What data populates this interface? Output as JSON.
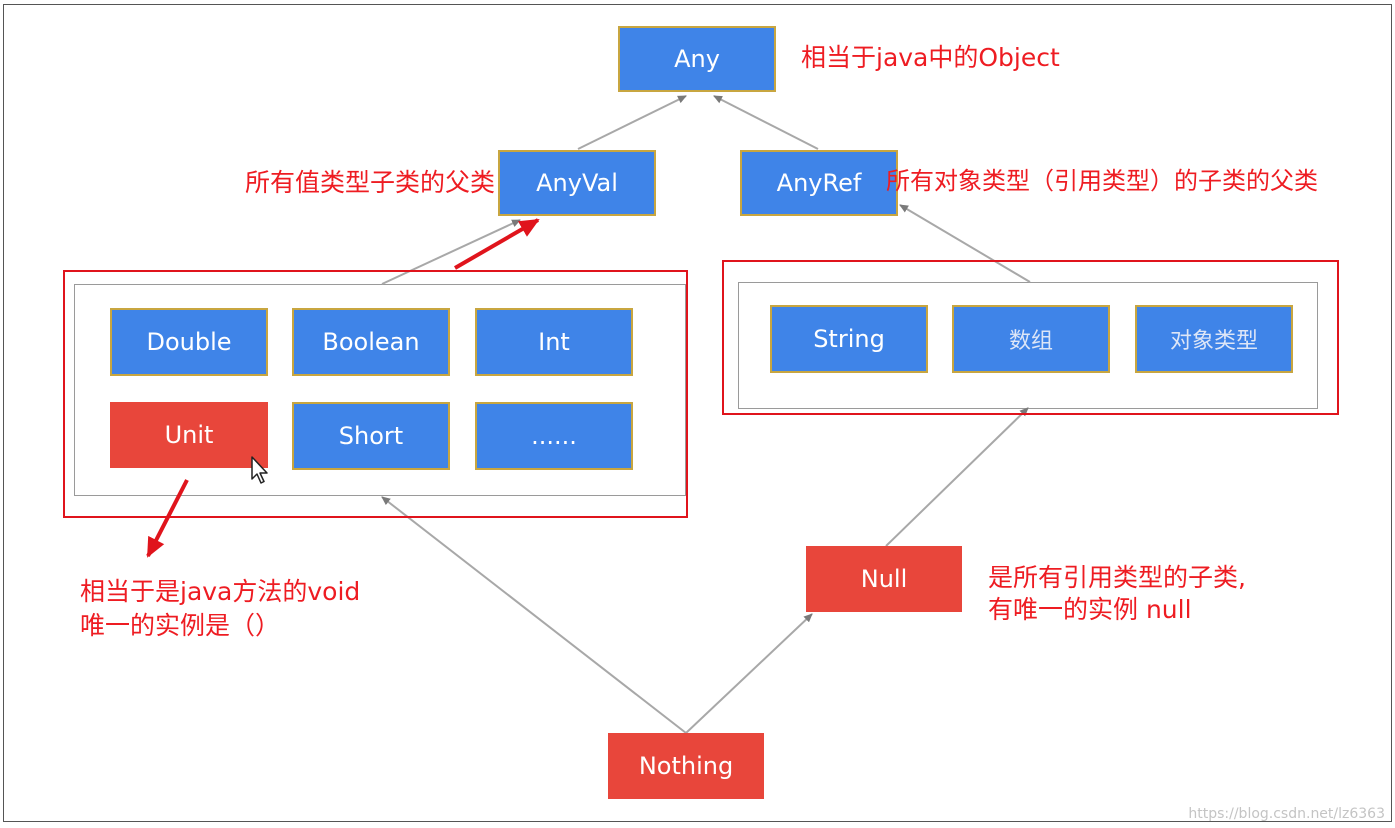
{
  "nodes": {
    "any": "Any",
    "anyval": "AnyVal",
    "anyref": "AnyRef",
    "double": "Double",
    "boolean": "Boolean",
    "int": "Int",
    "unit": "Unit",
    "short": "Short",
    "ellipsis": "......",
    "string": "String",
    "array": "数组",
    "object_type": "对象类型",
    "null": "Null",
    "nothing": "Nothing"
  },
  "annotations": {
    "any_note": "相当于java中的Object",
    "anyval_note": "所有值类型子类的父类",
    "anyref_note": "所有对象类型（引用类型）的子类的父类",
    "unit_note_line1": "相当于是java方法的void",
    "unit_note_line2": "唯一的实例是（）",
    "null_note_line1": "是所有引用类型的子类,",
    "null_note_line2": "有唯一的实例 null"
  },
  "watermark": "https://blog.csdn.net/lz6363",
  "colors": {
    "blue_node": "#3f84e8",
    "red_node": "#e8463b",
    "annotation_red": "#ee1c22",
    "node_border_gold": "#c8a640"
  }
}
